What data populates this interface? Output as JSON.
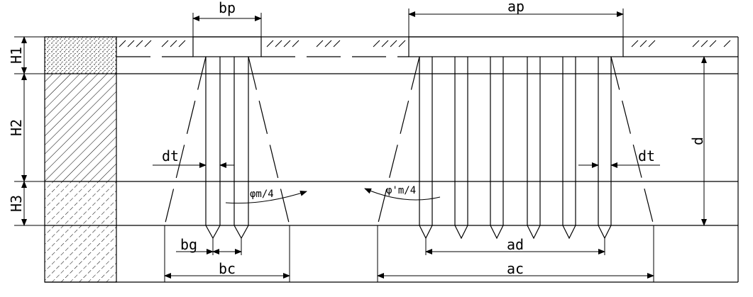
{
  "labels": {
    "bp": "bp",
    "ap": "ap",
    "h1": "H1",
    "h2": "H2",
    "h3": "H3",
    "dt_left": "dt",
    "dt_right": "dt",
    "d": "d",
    "phi_left": "φm/4",
    "phi_right": "φ'm/4",
    "bg": "bg",
    "bc": "bc",
    "ad": "ad",
    "ac": "ac"
  }
}
